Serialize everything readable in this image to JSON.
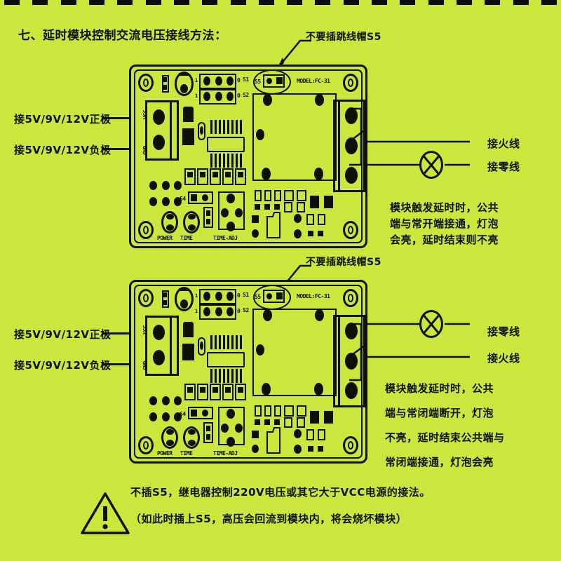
{
  "document": {
    "background_color": "#cbe73d",
    "ink_color": "#101007",
    "heading": "七、延时模块控制交流电压接线方法："
  },
  "diagrams": [
    {
      "id": "diagram-nc-open",
      "callout": "不要插跳线帽S5",
      "left_labels": [
        "接5V/9V/12V正极",
        "接5V/9V/12V负极"
      ],
      "right_labels": [
        "接火线",
        "接零线"
      ],
      "description": [
        "模块触发延时时，公共",
        "端与常开端接通，灯泡",
        "会亮，延时结束则不亮"
      ],
      "board": {
        "model": "MODEL:FC-31",
        "jumper": "S5",
        "headers": [
          "S1",
          "S2"
        ],
        "header_pin_labels": [
          "1",
          "0"
        ],
        "power_terminal": [
          "VCC",
          "GND"
        ],
        "switch": "S4",
        "leds": [
          "POWER",
          "TIME"
        ],
        "pot": "TIME-ADJ"
      }
    },
    {
      "id": "diagram-nc-closed",
      "callout": "不要插跳线帽S5",
      "left_labels": [
        "接5V/9V/12V正极",
        "接5V/9V/12V负极"
      ],
      "right_labels": [
        "接零线",
        "接火线"
      ],
      "description": [
        "模块触发延时时，公共",
        "端与常闭端断开，灯泡",
        "不亮，延时结束公共端与",
        "常闭端接通，灯泡会亮"
      ],
      "board": {
        "model": "MODEL:FC-31",
        "jumper": "S5",
        "headers": [
          "S1",
          "S2"
        ],
        "header_pin_labels": [
          "1",
          "0"
        ],
        "power_terminal": [
          "VCC",
          "GND"
        ],
        "switch": "S4",
        "leds": [
          "POWER",
          "TIME"
        ],
        "pot": "TIME-ADJ"
      }
    }
  ],
  "footer": {
    "warning_icon": "warning-triangle-icon",
    "lines": [
      "不插S5，继电器控制220V电压或其它大于VCC电源的接法。",
      "（如此时插上S5，高压会回流到模块内，将会烧坏模块）"
    ]
  }
}
